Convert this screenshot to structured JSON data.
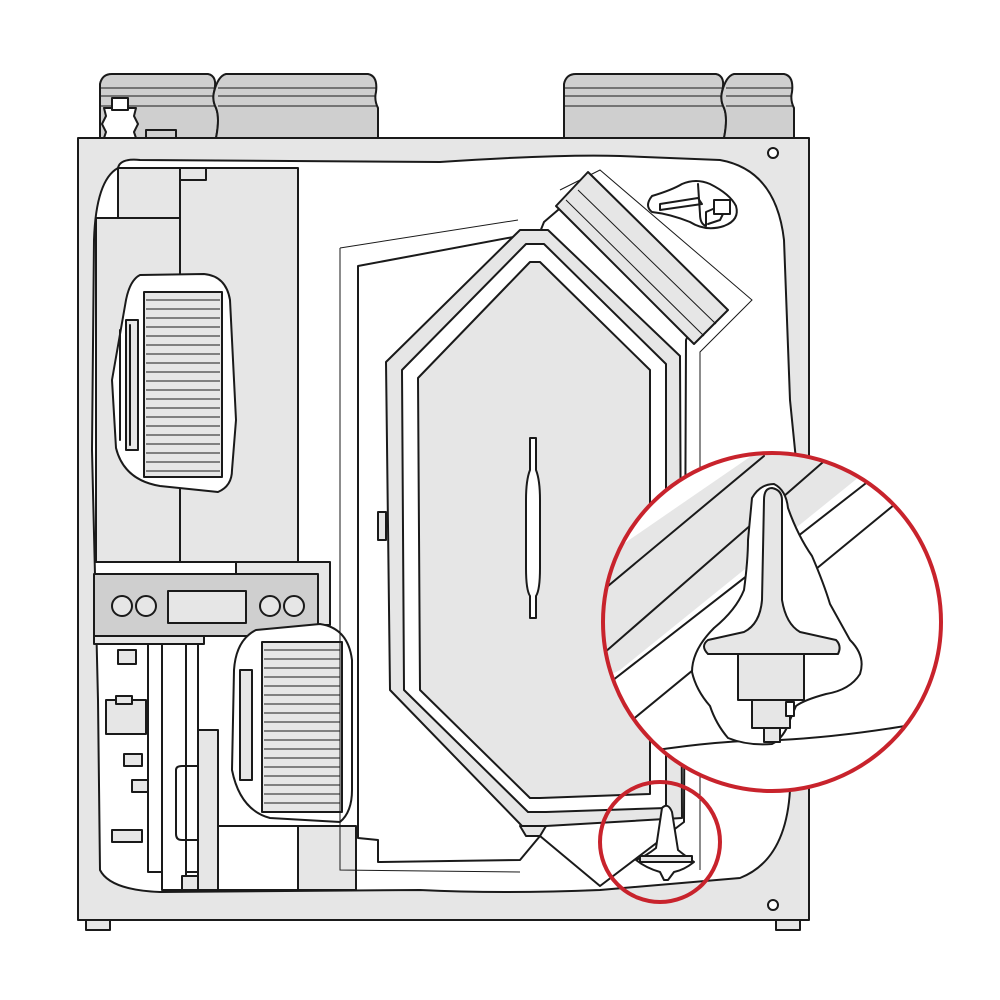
{
  "figure": {
    "subject": "ventilation-unit-with-heat-exchanger",
    "view": "front-open",
    "colors": {
      "outline": "#1a1a1a",
      "panel": "#e6e6e6",
      "panel_dark": "#cfcfcf",
      "background": "#ffffff",
      "highlight": "#c8232c"
    },
    "components": [
      {
        "id": "duct-connector-left",
        "count": 2
      },
      {
        "id": "duct-connector-right",
        "count": 2
      },
      {
        "id": "cable-gland",
        "count": 1
      },
      {
        "id": "upper-fan",
        "count": 1
      },
      {
        "id": "lower-fan",
        "count": 1
      },
      {
        "id": "control-panel",
        "knobs": 4,
        "display": 1
      },
      {
        "id": "heat-exchanger-core",
        "count": 1
      },
      {
        "id": "filter",
        "count": 1
      },
      {
        "id": "condensate-drain-top",
        "count": 1
      },
      {
        "id": "condensate-drain-bottom",
        "count": 1
      }
    ],
    "callout": {
      "target": "condensate-drain-bottom",
      "magnified": true
    }
  }
}
